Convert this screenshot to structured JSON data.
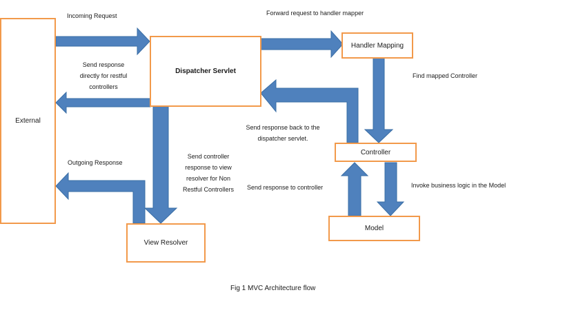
{
  "colors": {
    "box_border": "#f2994a",
    "arrow_fill": "#4f81bd",
    "arrow_stroke": "#3a6ea5"
  },
  "nodes": {
    "external": "External",
    "dispatcher": "Dispatcher Servlet",
    "handler_mapping": "Handler Mapping",
    "controller": "Controller",
    "model": "Model",
    "view_resolver": "View Resolver"
  },
  "edges": {
    "incoming_request": "Incoming Request",
    "forward_request": "Forward request to handler mapper",
    "send_response_restful": [
      "Send response",
      "directly for restful",
      "controllers"
    ],
    "find_mapped_controller": "Find mapped Controller",
    "send_back_dispatcher": [
      "Send response back to the",
      "dispatcher servlet."
    ],
    "send_to_view_resolver": [
      "Send controller",
      "response to view",
      "resolver for Non",
      "Restful Controllers"
    ],
    "outgoing_response": "Outgoing Response",
    "send_to_controller": "Send response to controller",
    "invoke_business_logic": "Invoke business logic in the Model"
  },
  "caption": "Fig 1 MVC Architecture flow"
}
